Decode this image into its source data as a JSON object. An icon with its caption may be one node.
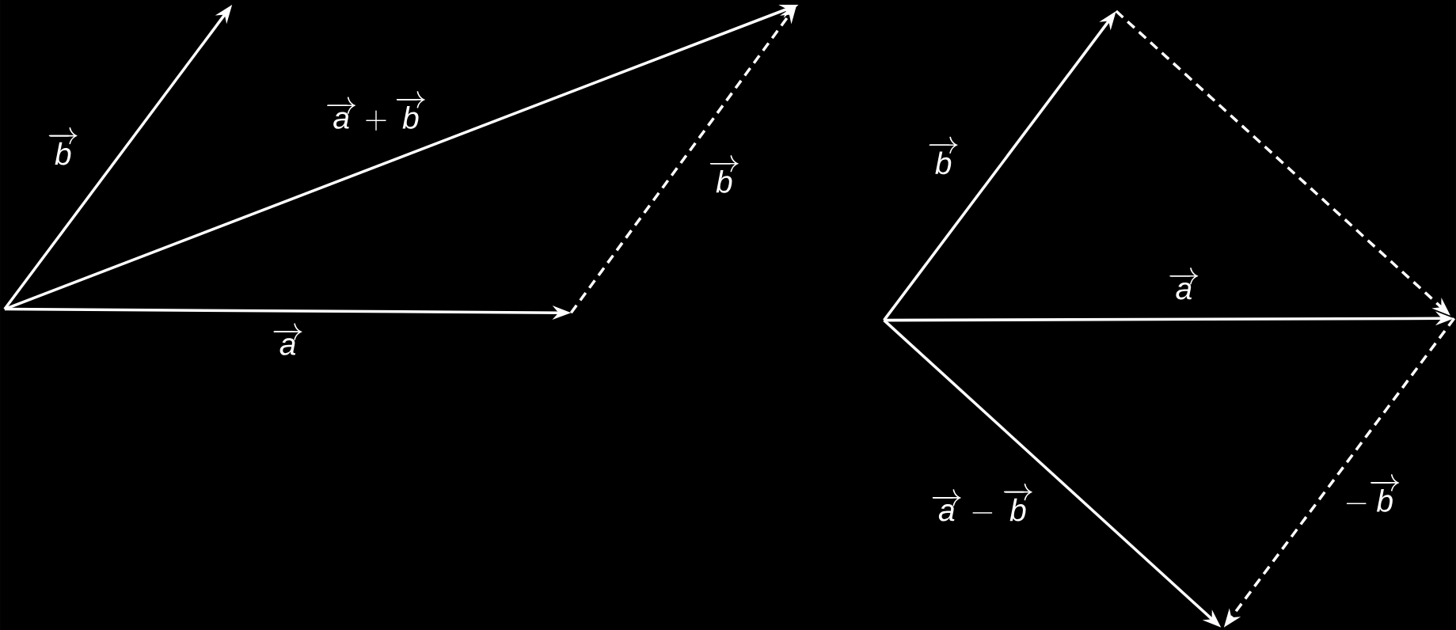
{
  "diagram": {
    "labels": [
      "\\overrightarrow{\\mathsf{b}}",
      "\\overrightarrow{\\mathsf{a}}+\\overrightarrow{\\mathsf{b}}",
      "\\overrightarrow{\\mathsf{b}}",
      "\\overrightarrow{\\mathsf{a}}",
      "\\overrightarrow{\\mathsf{b}}",
      "\\overrightarrow{\\mathsf{a}}",
      "\\overrightarrow{\\mathsf{a}}-\\overrightarrow{\\mathsf{b}}",
      "-\\overrightarrow{\\mathsf{b}}"
    ]
  }
}
